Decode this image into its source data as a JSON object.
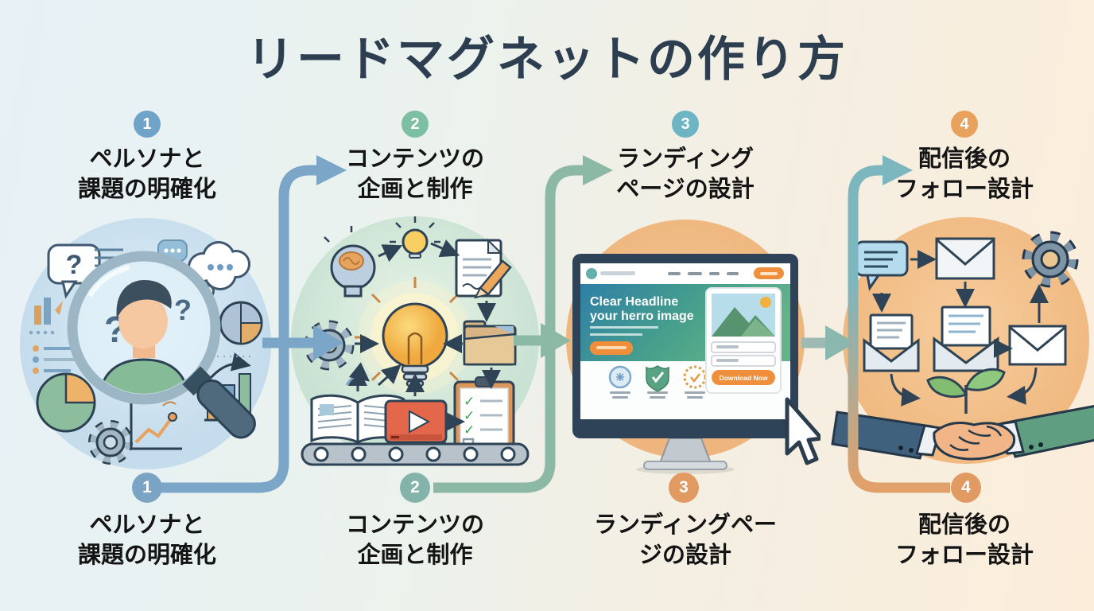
{
  "title": "リードマグネットの作り方",
  "palette": {
    "background_left": "#e7f1f6",
    "background_right": "#fcedda",
    "title_color": "#2c3e50",
    "step1_accent": "#6fa3c8",
    "step2_accent": "#7cbfa2",
    "step3_accent": "#6db5c4",
    "step4_accent": "#e8a25d",
    "connector_1_2": "#7ba6c8",
    "connector_2_3": "#8cb8a6",
    "connector_3_4_top": "#7cb6bf",
    "connector_3_4_bottom": "#e2a069",
    "label_color": "#141414"
  },
  "steps": [
    {
      "number": "1",
      "top_label": [
        "ペルソナと",
        "課題の明確化"
      ],
      "bottom_label": [
        "ペルソナと",
        "課題の明確化"
      ],
      "illustration": "persona-research-magnifier"
    },
    {
      "number": "2",
      "top_label": [
        "コンテンツの",
        "企画と制作"
      ],
      "bottom_label": [
        "コンテンツの",
        "企画と制作"
      ],
      "illustration": "content-idea-production-line"
    },
    {
      "number": "3",
      "top_label": [
        "ランディング",
        "ページの設計"
      ],
      "bottom_label": [
        "ランディングペー",
        "ジの設計"
      ],
      "illustration": "landing-page-monitor"
    },
    {
      "number": "4",
      "top_label": [
        "配信後の",
        "フォロー設計"
      ],
      "bottom_label": [
        "配信後の",
        "フォロー設計"
      ],
      "illustration": "email-flow-handshake"
    }
  ],
  "monitor_screen": {
    "headline_line1": "Clear Headline",
    "headline_line2": "your herro image",
    "download_button": "Download Now"
  },
  "illustration_glyphs": {
    "question_mark": "?",
    "check": "✓"
  }
}
